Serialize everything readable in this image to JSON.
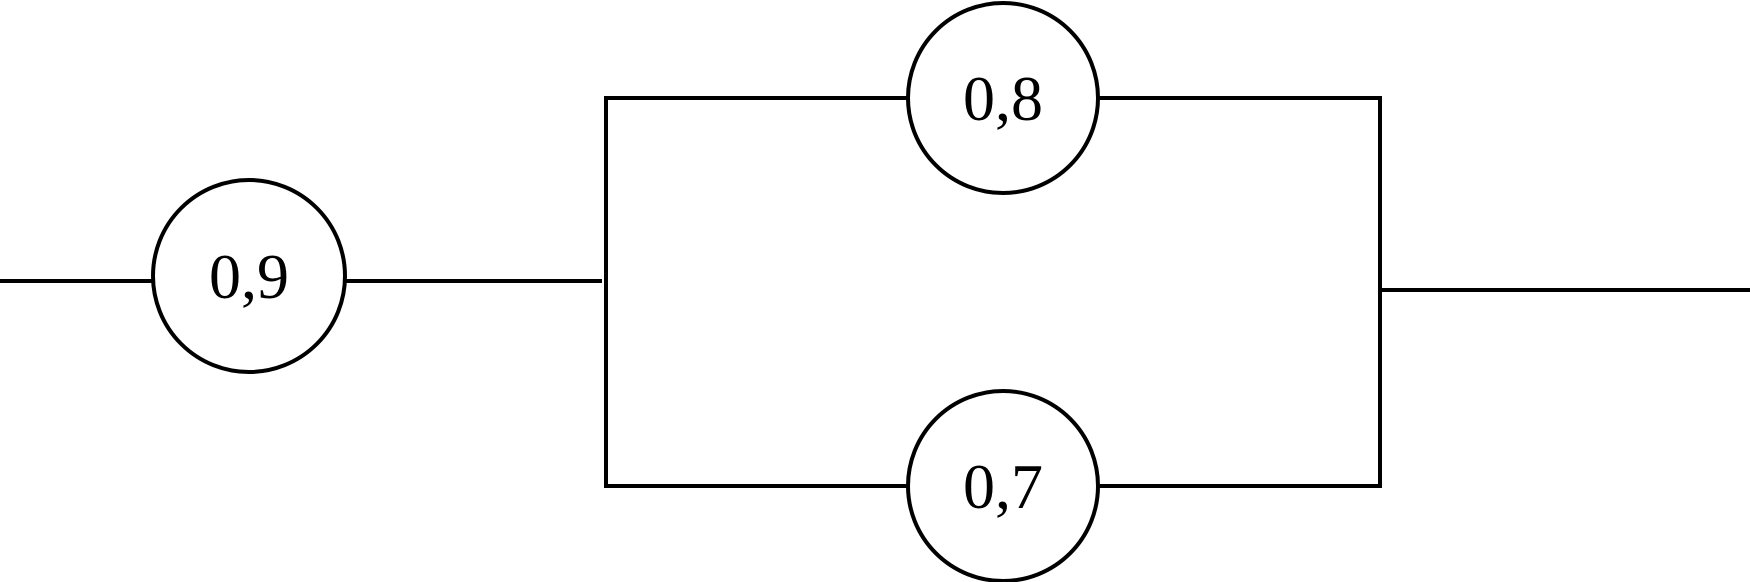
{
  "diagram": {
    "nodes": {
      "n1": {
        "label": "0,9"
      },
      "n2": {
        "label": "0,8"
      },
      "n3": {
        "label": "0,7"
      }
    }
  }
}
